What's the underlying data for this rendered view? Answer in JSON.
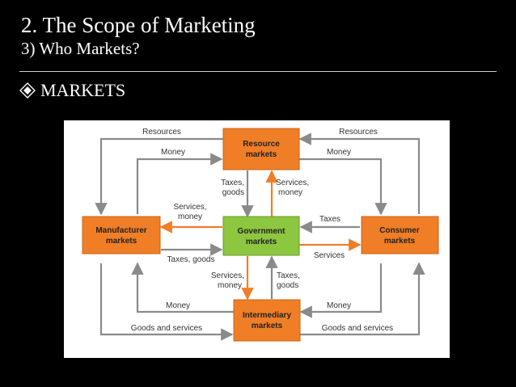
{
  "slide": {
    "title": "2. The Scope of Marketing",
    "subtitle": "3) Who Markets?",
    "bullet": "MARKETS",
    "bullet_icon": "diamond-bullet-icon"
  },
  "diagram": {
    "colors": {
      "market_box": "#f07e26",
      "government_box": "#8dc63f",
      "flow_line": "#8a8a8a",
      "government_flow": "#f07e26"
    },
    "boxes": {
      "resource": [
        "Resource",
        "markets"
      ],
      "manufacturer": [
        "Manufacturer",
        "markets"
      ],
      "government": [
        "Government",
        "markets"
      ],
      "consumer": [
        "Consumer",
        "markets"
      ],
      "intermediary": [
        "Intermediary",
        "markets"
      ]
    },
    "flows": {
      "resources_left": "Resources",
      "resources_right": "Resources",
      "money_top_left": "Money",
      "money_top_right": "Money",
      "taxes_goods_top": [
        "Taxes,",
        "goods"
      ],
      "services_money_top": [
        "Services,",
        "money"
      ],
      "services_money_left": [
        "Services,",
        "money"
      ],
      "taxes_right": "Taxes",
      "taxes_goods_left": "Taxes, goods",
      "services_right": "Services",
      "services_money_bottom": [
        "Services,",
        "money"
      ],
      "taxes_goods_bottom": [
        "Taxes,",
        "goods"
      ],
      "money_bottom_left": "Money",
      "money_bottom_right": "Money",
      "goods_services_left": "Goods and services",
      "goods_services_right": "Goods and services"
    }
  }
}
